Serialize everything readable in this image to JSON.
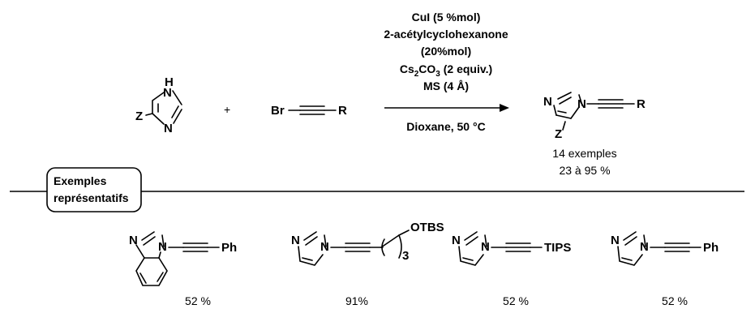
{
  "reaction": {
    "reactant1": {
      "atoms": {
        "h": "H",
        "n_top": "N",
        "n_bottom": "N",
        "z": "Z"
      }
    },
    "plus": "+",
    "reactant2": {
      "atoms": {
        "br": "Br",
        "r": "R"
      }
    },
    "conditions": {
      "line1": "CuI (5 %mol)",
      "line2": "2-acétylcyclohexanone",
      "line3": "(20%mol)",
      "cs_main": "Cs",
      "cs_sub": "2",
      "co_main": "CO",
      "co_sub": "3",
      "cs_rest": " (2 equiv.)",
      "line5": "MS (4 Å)",
      "below": "Dioxane, 50 °C"
    },
    "product": {
      "atoms": {
        "n_left": "N",
        "n_ring": "N",
        "z": "Z",
        "r": "R"
      },
      "count": "14 exemples",
      "range": "23 à 95 %"
    }
  },
  "examples_box": {
    "line1": "Exemples",
    "line2": "représentatifs"
  },
  "examples": [
    {
      "atoms": {
        "n_top": "N",
        "n_ring": "N",
        "sub": "Ph"
      },
      "yield": "52 %"
    },
    {
      "atoms": {
        "n_top": "N",
        "n_ring": "N",
        "sub": "OTBS",
        "idx": "3"
      },
      "yield": "91%"
    },
    {
      "atoms": {
        "n_top": "N",
        "n_ring": "N",
        "sub": "TIPS"
      },
      "yield": "52 %"
    },
    {
      "atoms": {
        "n_top": "N",
        "n_ring": "N",
        "sub": "Ph"
      },
      "yield": "52 %"
    }
  ]
}
